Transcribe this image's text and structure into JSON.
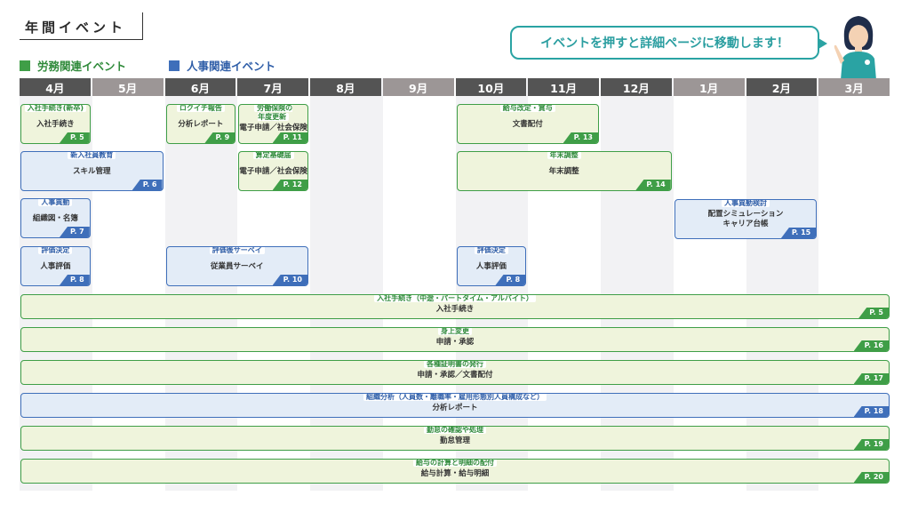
{
  "header": {
    "title": "年間イベント"
  },
  "legend": [
    {
      "label": "労務関連イベント",
      "color": "#3f9e47"
    },
    {
      "label": "人事関連イベント",
      "color": "#3f6fba"
    }
  ],
  "callout": {
    "text": "イベントを押すと詳細ページに移動します！"
  },
  "months": [
    "4月",
    "5月",
    "6月",
    "7月",
    "8月",
    "9月",
    "10月",
    "11月",
    "12月",
    "1月",
    "2月",
    "3月"
  ],
  "colors": {
    "labor": "#3f9e47",
    "hr": "#3f6fba",
    "accent": "#2aa3a3",
    "month_dark": "#545454",
    "month_light": "#9c9696"
  },
  "events": [
    {
      "type": "g",
      "title": "入社手続き(新卒)",
      "desc": "入社手続き",
      "page": "P. 5"
    },
    {
      "type": "b",
      "title": "新入社員教育",
      "desc": "スキル管理",
      "page": "P. 6"
    },
    {
      "type": "b",
      "title": "人事異動",
      "desc": "組織図・名簿",
      "page": "P. 7"
    },
    {
      "type": "b",
      "title": "評価決定",
      "desc": "人事評価",
      "page": "P. 8"
    },
    {
      "type": "g",
      "title": "ロクイチ報告",
      "desc": "分析レポート",
      "page": "P. 9"
    },
    {
      "type": "b",
      "title": "評価後サーベイ",
      "desc": "従業員サーベイ",
      "page": "P. 10"
    },
    {
      "type": "g",
      "title": "労働保険の\n年度更新",
      "desc": "電子申請／社会保険",
      "page": "P. 11"
    },
    {
      "type": "g",
      "title": "算定基礎届",
      "desc": "電子申請／社会保険",
      "page": "P. 12"
    },
    {
      "type": "g",
      "title": "給与改定・賞与",
      "desc": "文書配付",
      "page": "P. 13"
    },
    {
      "type": "g",
      "title": "年末調整",
      "desc": "年末調整",
      "page": "P. 14"
    },
    {
      "type": "b",
      "title": "評価決定",
      "desc": "人事評価",
      "page": "P. 8"
    },
    {
      "type": "b",
      "title": "人事異動検討",
      "desc": "配置シミュレーション\nキャリア台帳",
      "page": "P. 15"
    },
    {
      "type": "g",
      "title": "入社手続き（中途・パートタイム・アルバイト）",
      "desc": "入社手続き",
      "page": "P. 5"
    },
    {
      "type": "g",
      "title": "身上変更",
      "desc": "申請・承認",
      "page": "P. 16"
    },
    {
      "type": "g",
      "title": "各種証明書の発行",
      "desc": "申請・承認／文書配付",
      "page": "P. 17"
    },
    {
      "type": "b",
      "title": "組織分析（人員数・離職率・雇用形態別人員構成など）",
      "desc": "分析レポート",
      "page": "P. 18"
    },
    {
      "type": "g",
      "title": "勤怠の確認や処理",
      "desc": "勤怠管理",
      "page": "P. 19"
    },
    {
      "type": "g",
      "title": "給与の計算と明細の配付",
      "desc": "給与計算・給与明細",
      "page": "P. 20"
    }
  ]
}
